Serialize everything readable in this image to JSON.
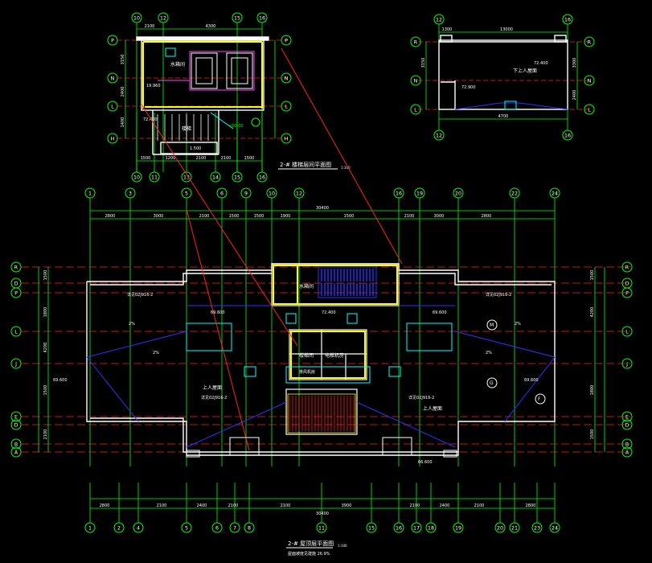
{
  "colors": {
    "background": "#000000",
    "axis": "#00ff00",
    "wall": "#ffffff",
    "red": "#ff2020",
    "dim": "#00ff00",
    "yellow": "#ffff00",
    "blue": "#3030ff",
    "cyan": "#00ffff",
    "magenta": "#ff40ff",
    "orange": "#ff9900"
  },
  "plan_a": {
    "title": "2-# 楼梯层间平面图",
    "scale": "1:100",
    "top_axes": [
      "10",
      "12",
      "15",
      "16"
    ],
    "bottom_axes": [
      "10",
      "11",
      "13",
      "14",
      "15",
      "16"
    ],
    "row_axes": [
      "P",
      "N",
      "L",
      "H"
    ],
    "top_dims": [
      "2100",
      "4300"
    ],
    "bottom_dims": [
      "1500",
      "1200",
      "2100",
      "2100",
      "1500"
    ],
    "side_dims": [
      "3150",
      "2400",
      "1400"
    ],
    "rooms": [
      "水箱间",
      "楼梯",
      "1.500"
    ],
    "elev_labels": [
      "19.960",
      "72.400",
      "+00.00"
    ]
  },
  "plan_b": {
    "top_axes": [
      "12",
      "16"
    ],
    "bottom_axes": [
      "12",
      "16"
    ],
    "row_axes": [
      "R",
      "N",
      "L"
    ],
    "top_dims": [
      "1300",
      "13000"
    ],
    "bottom_dims": [
      "4700"
    ],
    "side_dims": [
      "3150",
      "3300",
      "2400"
    ],
    "room": "下上人屋面",
    "elev_labels": [
      "72.400",
      "72.900"
    ]
  },
  "plan_c": {
    "title": "2-# 屋顶层平面图",
    "subtitle": "屋面坡度见建施  26.9%",
    "scale": "1:100",
    "top_axes": [
      "1",
      "3",
      "5",
      "6",
      "9",
      "10",
      "12",
      "16",
      "19",
      "20",
      "22",
      "24"
    ],
    "bottom_axes": [
      "1",
      "2",
      "4",
      "5",
      "6",
      "7",
      "8",
      "11",
      "15",
      "16",
      "17",
      "18",
      "19",
      "20",
      "21",
      "23",
      "24"
    ],
    "row_axes_left": [
      "R",
      "D",
      "P",
      "L",
      "J",
      "E",
      "D",
      "B",
      "A"
    ],
    "row_axes_right": [
      "R",
      "D",
      "P",
      "L",
      "J",
      "E",
      "D",
      "B",
      "A"
    ],
    "top_dims": [
      "2800",
      "3000",
      "2100",
      "1500",
      "1500",
      "1900",
      "1500",
      "2100",
      "3000",
      "2800"
    ],
    "overall_dim": "30400",
    "bottom_dims": [
      "2800",
      "2100",
      "2400",
      "2100",
      "2100",
      "3900",
      "2100",
      "2400",
      "2100",
      "2800"
    ],
    "side_dims_left": [
      "1500",
      "1800",
      "4200",
      "1500",
      "2100"
    ],
    "side_dims_right": [
      "1500",
      "4200",
      "1800",
      "1500"
    ],
    "rooms": [
      "水箱间",
      "楼梯间",
      "电梯机房",
      "排风机房",
      "上人屋面",
      "上人屋面"
    ],
    "detail_labels": [
      "详见02J916-2",
      "详见02J916-2",
      "详见02J916-2",
      "详见02J916-2"
    ],
    "slope_labels": [
      "2%",
      "2%",
      "2%",
      "2%"
    ],
    "elev_labels": [
      "69.600",
      "69.600",
      "72.400",
      "69.600",
      "69.600",
      "66.600"
    ],
    "axis_callouts": [
      "M",
      "G",
      "F"
    ]
  }
}
